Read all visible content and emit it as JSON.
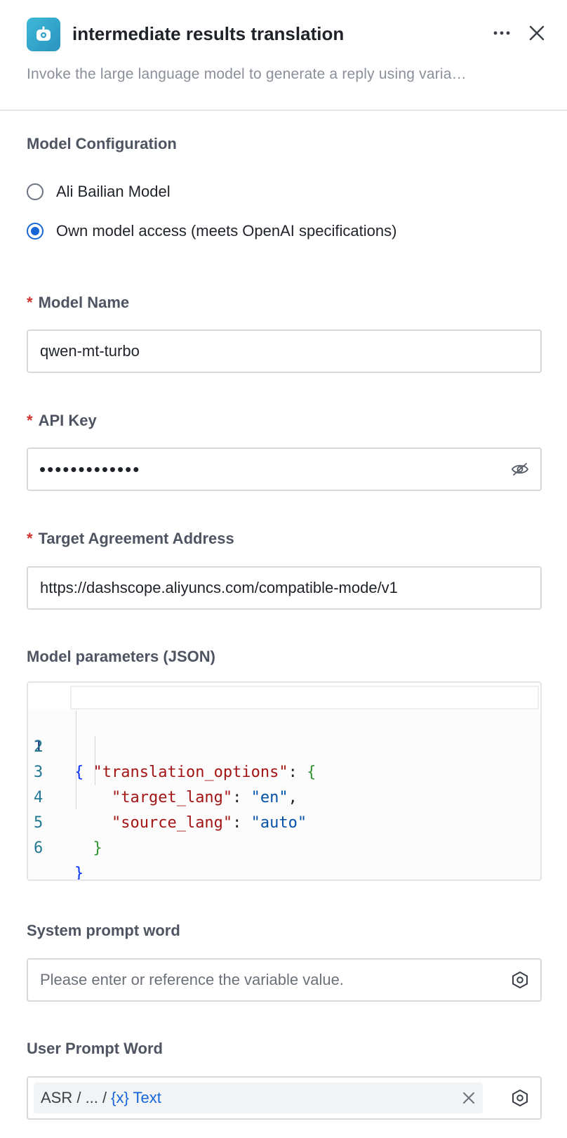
{
  "header": {
    "title": "intermediate results translation",
    "description": "Invoke the large language model to generate a reply using varia…",
    "more_icon": "more-horizontal-icon",
    "close_icon": "close-icon",
    "node_icon": "robot-icon",
    "icon_color": "#33a8d0"
  },
  "model_config": {
    "label": "Model Configuration",
    "options": [
      {
        "label": "Ali Bailian Model",
        "checked": false
      },
      {
        "label": "Own model access (meets OpenAI specifications)",
        "checked": true
      }
    ]
  },
  "model_name": {
    "label": "Model Name",
    "required": "*",
    "value": "qwen-mt-turbo"
  },
  "api_key": {
    "label": "API Key",
    "required": "*",
    "value": "•••••••••••••",
    "toggle_icon": "eye-off-icon"
  },
  "target_address": {
    "label": "Target Agreement Address",
    "required": "*",
    "value": "https://dashscope.aliyuncs.com/compatible-mode/v1"
  },
  "model_params": {
    "label": "Model parameters (JSON)",
    "line_numbers": [
      "1",
      "2",
      "3",
      "4",
      "5",
      "6"
    ],
    "code": {
      "l1_open": "{",
      "l2_key": "\"translation_options\"",
      "l2_colon": ": ",
      "l2_open": "{",
      "l3_key": "\"target_lang\"",
      "l3_colon": ": ",
      "l3_val": "\"en\"",
      "l3_comma": ",",
      "l4_key": "\"source_lang\"",
      "l4_colon": ": ",
      "l4_val": "\"auto\"",
      "l5_close": "}",
      "l6_close": "}"
    }
  },
  "system_prompt": {
    "label": "System prompt word",
    "placeholder": "Please enter or reference the variable value.",
    "variable_icon": "variable-hexagon-icon"
  },
  "user_prompt": {
    "label": "User Prompt Word",
    "path": "ASR / ... /",
    "variable": "{x} Text",
    "clear_icon": "close-icon",
    "variable_icon": "variable-hexagon-icon"
  },
  "colors": {
    "accent": "#1666d8",
    "required": "#d0312d",
    "border": "#d7d9de"
  }
}
